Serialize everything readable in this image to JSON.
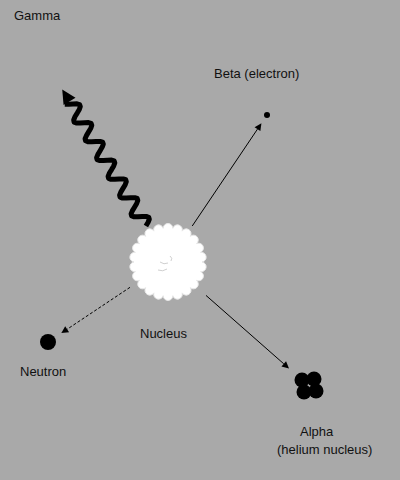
{
  "diagram": {
    "nodes": [
      {
        "text": [
          "Gamma"
        ]
      },
      {
        "text": [
          "Beta (electron)"
        ]
      },
      {
        "text": [
          "Nucleus"
        ]
      },
      {
        "text": [
          "Neutron"
        ]
      },
      {
        "text": [
          "Alpha",
          "(helium nucleus)"
        ]
      }
    ],
    "edges": [
      {
        "from": 2,
        "to": 0,
        "arrow": "to"
      },
      {
        "from": 2,
        "to": 1,
        "arrow": "to"
      },
      {
        "from": 2,
        "to": 3,
        "arrow": "to"
      },
      {
        "from": 2,
        "to": 4,
        "arrow": "to"
      }
    ]
  }
}
